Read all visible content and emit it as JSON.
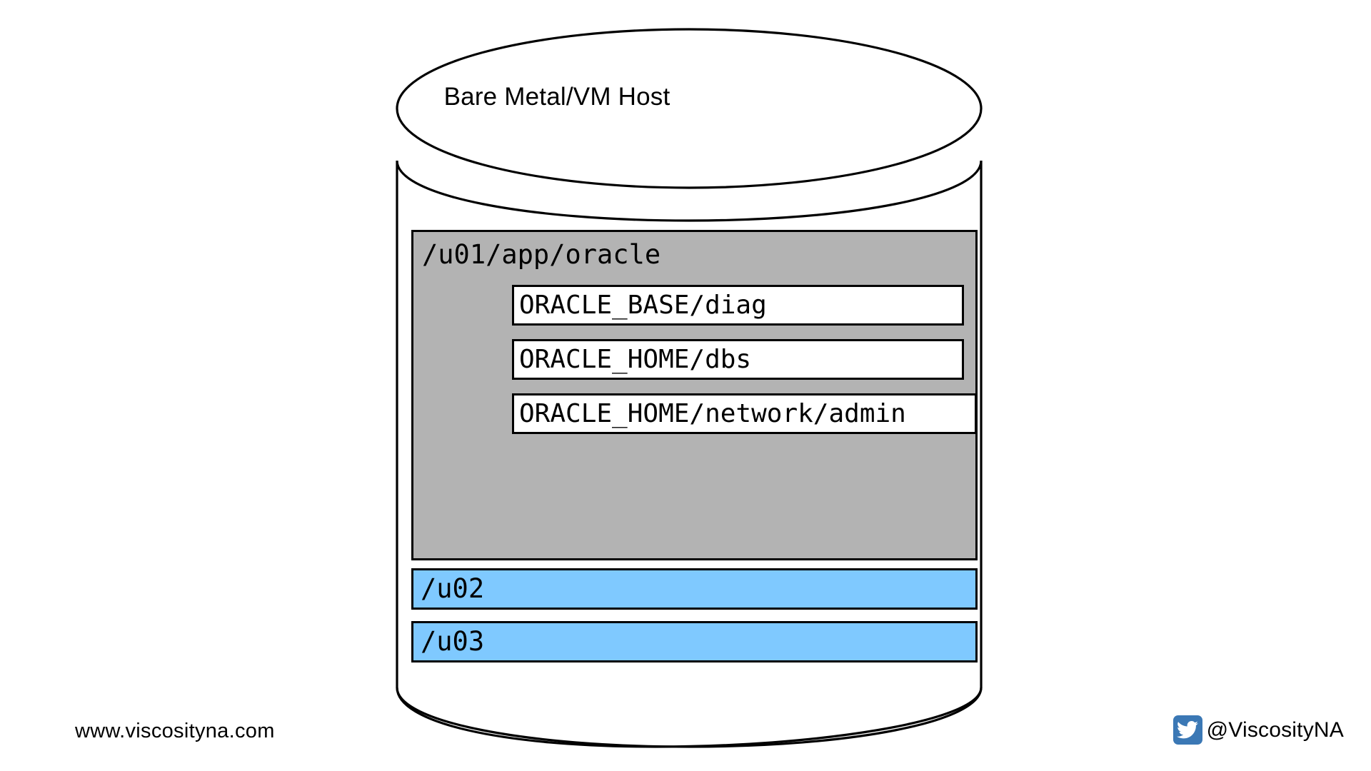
{
  "diagram": {
    "title": "Bare Metal/VM Host",
    "host_shape": "cylinder",
    "colors": {
      "u01_fill": "#b3b3b3",
      "mount_fill": "#7fc9ff",
      "outline": "#000000",
      "background": "#ffffff",
      "twitter_blue": "#3b78b5"
    },
    "filesystems": [
      {
        "path": "/u01/app/oracle",
        "fill": "#b3b3b3",
        "children": [
          {
            "path": "ORACLE_BASE/diag"
          },
          {
            "path": "ORACLE_HOME/dbs"
          },
          {
            "path": "ORACLE_HOME/network/admin"
          }
        ]
      },
      {
        "path": "/u02",
        "fill": "#7fc9ff",
        "children": []
      },
      {
        "path": "/u03",
        "fill": "#7fc9ff",
        "children": []
      }
    ]
  },
  "footer": {
    "website": "www.viscosityna.com",
    "twitter_handle": "@ViscosityNA",
    "twitter_icon": "twitter-bird-icon"
  }
}
